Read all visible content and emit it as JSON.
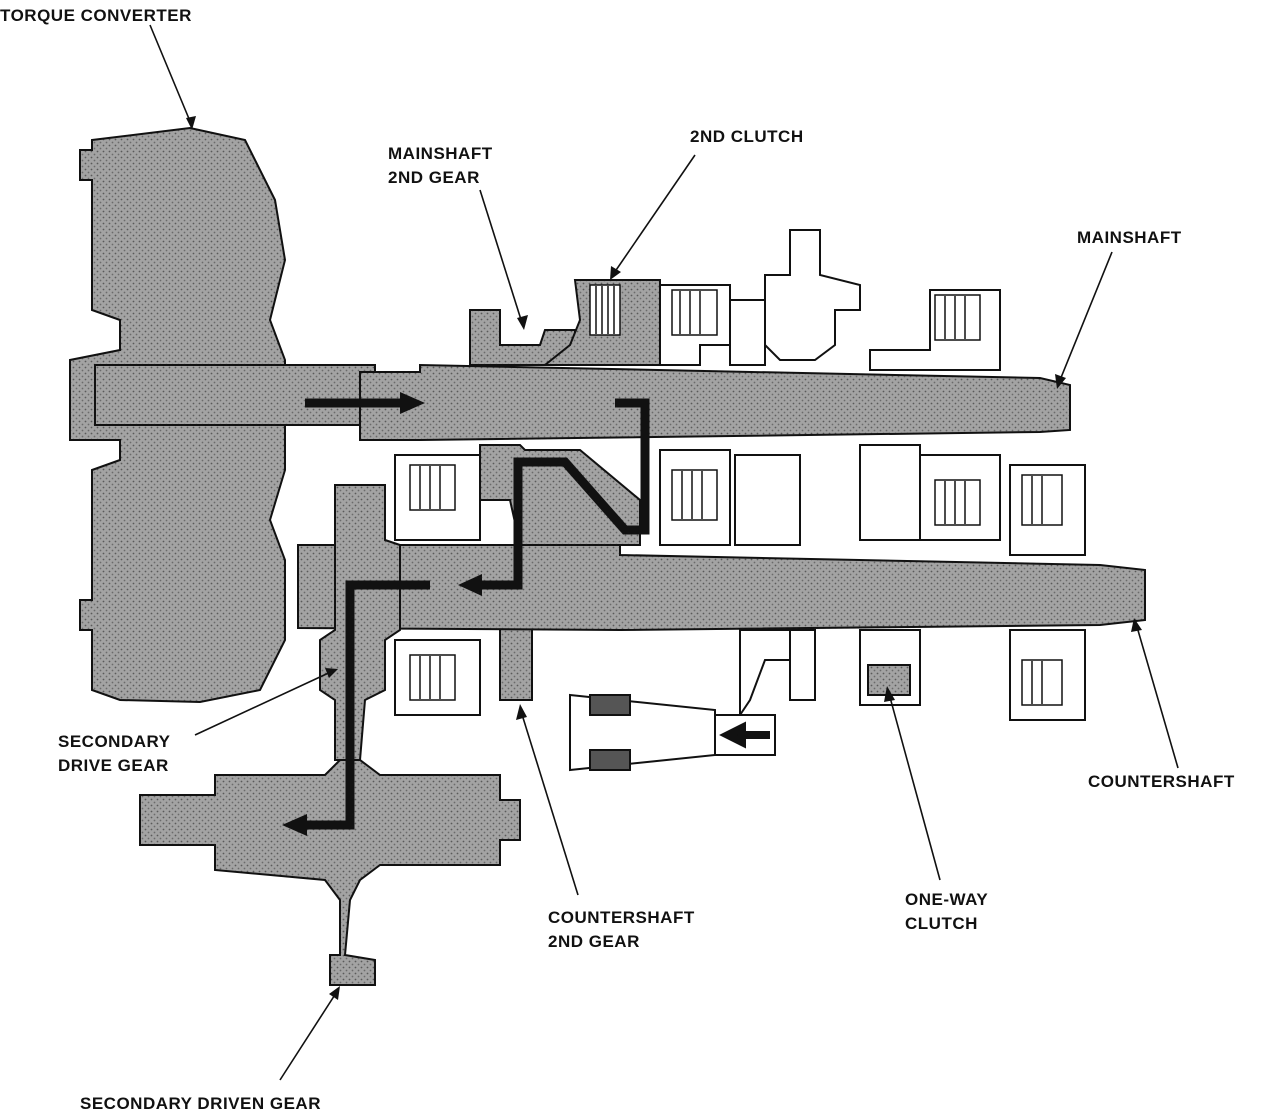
{
  "labels": {
    "torque_converter": "TORQUE CONVERTER",
    "mainshaft_2nd_gear": [
      "MAINSHAFT",
      "2ND GEAR"
    ],
    "second_clutch": "2ND CLUTCH",
    "mainshaft": "MAINSHAFT",
    "secondary_drive_gear": [
      "SECONDARY",
      "DRIVE GEAR"
    ],
    "countershaft": "COUNTERSHAFT",
    "countershaft_2nd_gear": [
      "COUNTERSHAFT",
      "2ND GEAR"
    ],
    "one_way_clutch": [
      "ONE-WAY",
      "CLUTCH"
    ],
    "secondary_driven_gear": "SECONDARY DRIVEN GEAR"
  }
}
